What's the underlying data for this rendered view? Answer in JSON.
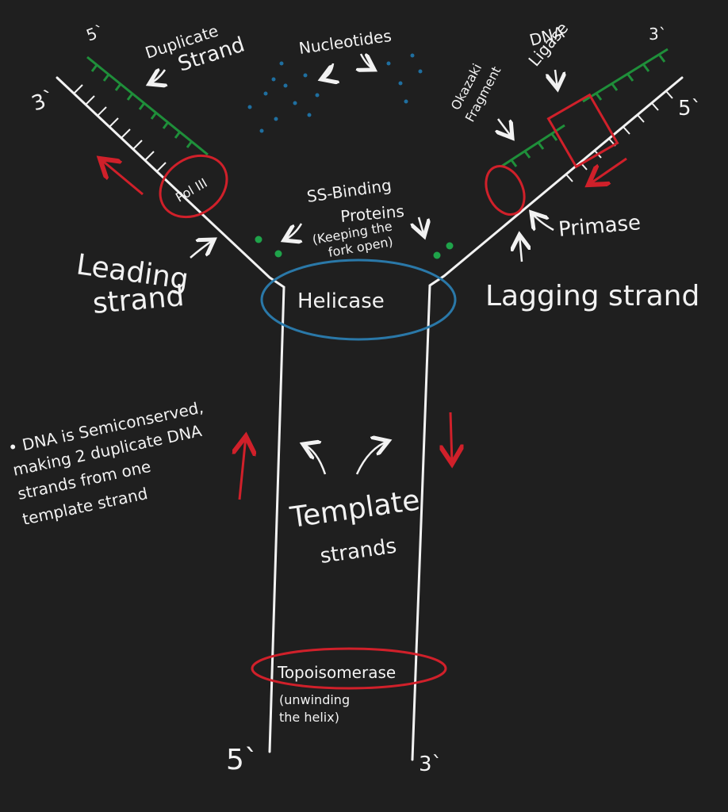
{
  "colors": {
    "background": "#1f1f1f",
    "chalk": "#f2f2f2",
    "duplicate_strand": "#1f8f3a",
    "enzyme_outline": "#d0202a",
    "helicase_outline": "#2a78a8",
    "nucleotide": "#1f6fa0",
    "ss_binding_protein": "#1fa34a"
  },
  "labels": {
    "left_5prime": "5`",
    "left_3prime": "3`",
    "right_3prime": "3`",
    "right_5prime": "5`",
    "duplicate_strand_1": "Duplicate",
    "duplicate_strand_2": "Strand",
    "nucleotides": "Nucleotides",
    "dna_ligase_1": "DNA",
    "dna_ligase_2": "Ligase",
    "okazaki_1": "Okazaki",
    "okazaki_2": "Fragment",
    "pol_iii": "Pol III",
    "ss_binding_1": "SS-Binding",
    "ss_binding_2": "Proteins",
    "ss_binding_3": "(Keeping the",
    "ss_binding_4": "fork open)",
    "primase": "Primase",
    "leading_1": "Leading",
    "leading_2": "strand",
    "helicase": "Helicase",
    "lagging": "Lagging strand",
    "note_1": "• DNA is Semiconserved,",
    "note_2": "making 2 duplicate DNA",
    "note_3": "strands from one",
    "note_4": "template strand",
    "template_1": "Template",
    "template_2": "strands",
    "topoisomerase": "Topoisomerase",
    "unwinding_1": "(unwinding",
    "unwinding_2": "the helix)",
    "bottom_5prime": "5`",
    "bottom_3prime": "3`"
  }
}
